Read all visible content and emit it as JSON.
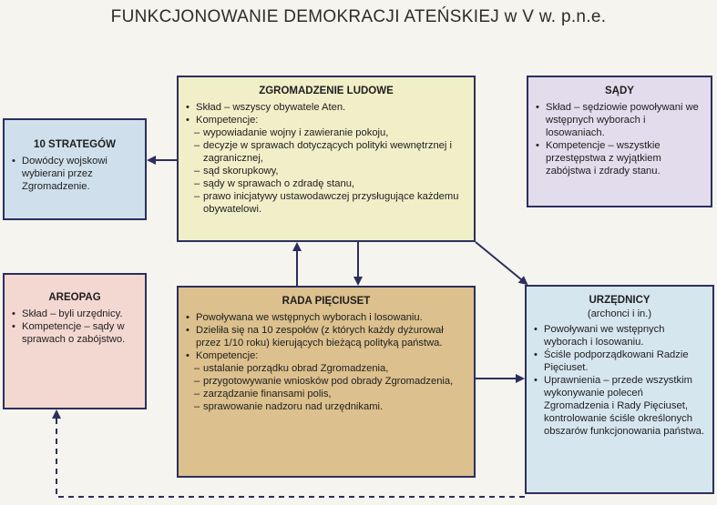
{
  "title": "FUNKCJONOWANIE DEMOKRACJI ATEŃSKIEJ w V w. p.n.e.",
  "zgromadzenie": {
    "heading": "ZGROMADZENIE LUDOWE",
    "items": [
      {
        "type": "b",
        "text": "Skład – wszyscy obywatele Aten."
      },
      {
        "type": "b",
        "text": "Kompetencje:"
      },
      {
        "type": "d",
        "text": "wypowiadanie wojny i zawieranie pokoju,"
      },
      {
        "type": "d",
        "text": "decyzje w sprawach dotyczących polityki wewnętrznej i zagranicznej,"
      },
      {
        "type": "d",
        "text": "sąd skorupkowy,"
      },
      {
        "type": "d",
        "text": "sądy w sprawach o zdradę stanu,"
      },
      {
        "type": "d",
        "text": "prawo inicjatywy ustawodawczej przysługujące każdemu obywatelowi."
      }
    ]
  },
  "strategow": {
    "heading": "10 STRATEGÓW",
    "items": [
      {
        "type": "b",
        "text": "Dowódcy wojskowi wybierani przez Zgromadzenie."
      }
    ]
  },
  "sady": {
    "heading": "SĄDY",
    "items": [
      {
        "type": "b",
        "text": "Skład – sędziowie powoływani we wstępnych wyborach i losowaniach."
      },
      {
        "type": "b",
        "text": "Kompetencje – wszystkie przestępstwa z wyjątkiem zabójstwa i zdrady stanu."
      }
    ]
  },
  "areopag": {
    "heading": "AREOPAG",
    "items": [
      {
        "type": "b",
        "text": "Skład – byli urzędnicy."
      },
      {
        "type": "b",
        "text": "Kompetencje – sądy w sprawach o zabójstwo."
      }
    ]
  },
  "rada": {
    "heading": "RADA PIĘCIUSET",
    "items": [
      {
        "type": "b",
        "text": "Powoływana we wstępnych wyborach i losowaniu."
      },
      {
        "type": "b",
        "text": "Dzieliła się na 10 zespołów (z których każdy dyżurował przez 1/10 roku) kierujących bieżącą polityką państwa."
      },
      {
        "type": "b",
        "text": "Kompetencje:"
      },
      {
        "type": "d",
        "text": "ustalanie porządku obrad Zgromadzenia,"
      },
      {
        "type": "d",
        "text": "przygotowywanie wniosków pod obrady Zgromadzenia,"
      },
      {
        "type": "d",
        "text": "zarządzanie finansami polis,"
      },
      {
        "type": "d",
        "text": "sprawowanie nadzoru nad urzędnikami."
      }
    ]
  },
  "urzednicy": {
    "heading": "URZĘDNICY",
    "subheading": "(archonci i in.)",
    "items": [
      {
        "type": "b",
        "text": "Powoływani we wstępnych wyborach i losowaniu."
      },
      {
        "type": "b",
        "text": "Ściśle podporządkowani Radzie Pięciuset."
      },
      {
        "type": "b",
        "text": "Uprawnienia – przede wszystkim wykonywanie poleceń Zgromadzenia i Rady Pięciuset, kontrolowanie ściśle określonych obszarów funkcjonowania państwa."
      }
    ]
  },
  "colors": {
    "border": "#2c2f5e",
    "arrow": "#2c2f5e",
    "zgromadzenie_bg": "#f1efc8",
    "strategow_bg": "#cfe0ec",
    "sady_bg": "#e2dcec",
    "areopag_bg": "#f3d8d2",
    "rada_bg": "#dcc08d",
    "urzednicy_bg": "#d6e6ef"
  }
}
